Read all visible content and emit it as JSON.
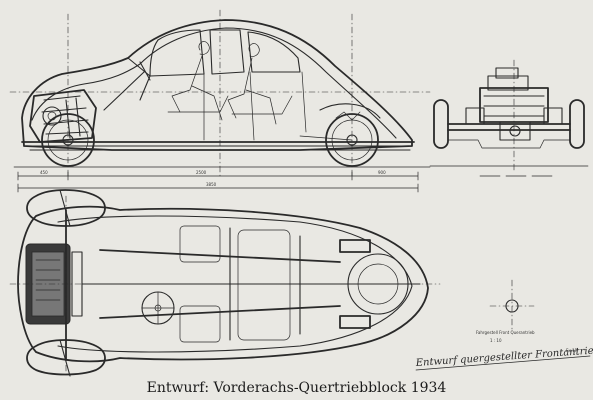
{
  "caption": "Entwurf: Vorderachs-Quertriebblock 1934",
  "drawing": {
    "title_note": "Entwurf quergestellter Frontantriebs",
    "stamp_line1": "Fahrgestell  Front  Querantrieb",
    "stamp_line2": "1 : 10",
    "sheet_no": "Ex 1R",
    "dim_overall": "3850",
    "dim_wheelbase": "2500",
    "dim_front": "450",
    "dim_rear": "900"
  }
}
